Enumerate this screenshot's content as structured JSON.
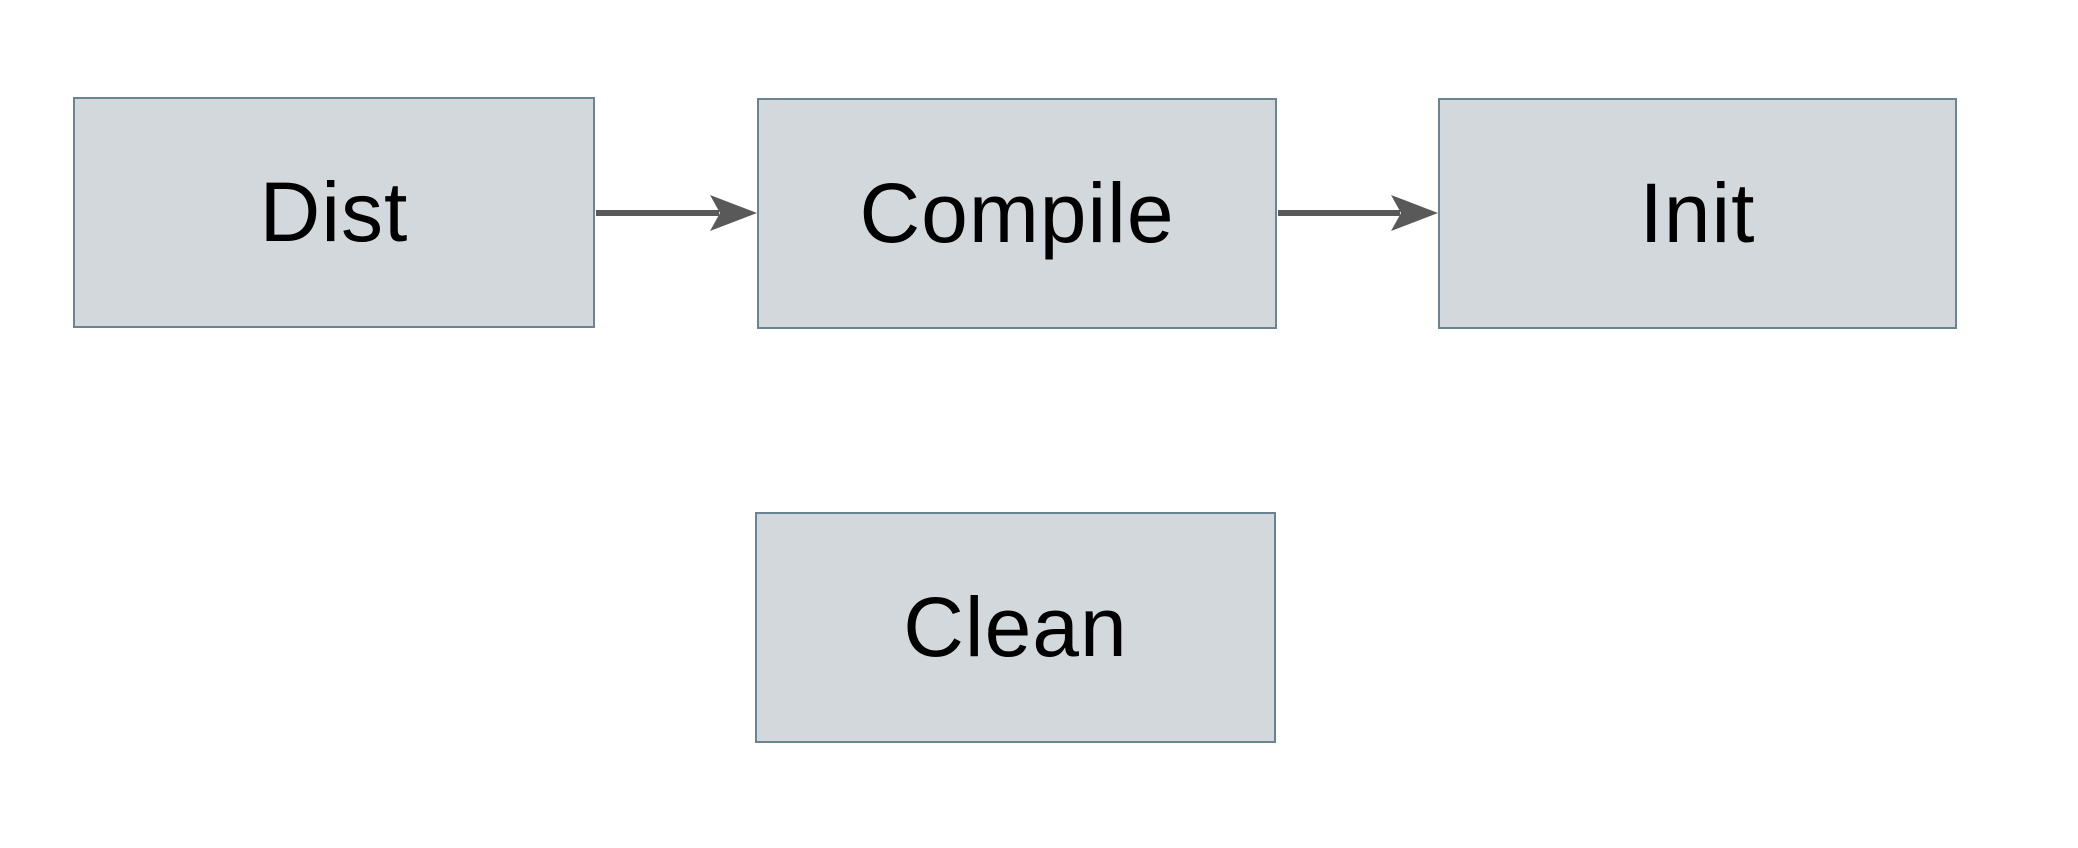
{
  "diagram": {
    "type": "flowchart",
    "background_color": "#ffffff",
    "node_fill_color": "#d2d8db",
    "node_border_color": "#6b8492",
    "arrow_color": "#595959",
    "text_color": "#000000",
    "nodes": [
      {
        "id": "dist",
        "label": "Dist"
      },
      {
        "id": "compile",
        "label": "Compile"
      },
      {
        "id": "init",
        "label": "Init"
      },
      {
        "id": "clean",
        "label": "Clean"
      }
    ],
    "edges": [
      {
        "from": "Dist",
        "to": "Compile",
        "direction": "right"
      },
      {
        "from": "Compile",
        "to": "Init",
        "direction": "right"
      }
    ]
  }
}
